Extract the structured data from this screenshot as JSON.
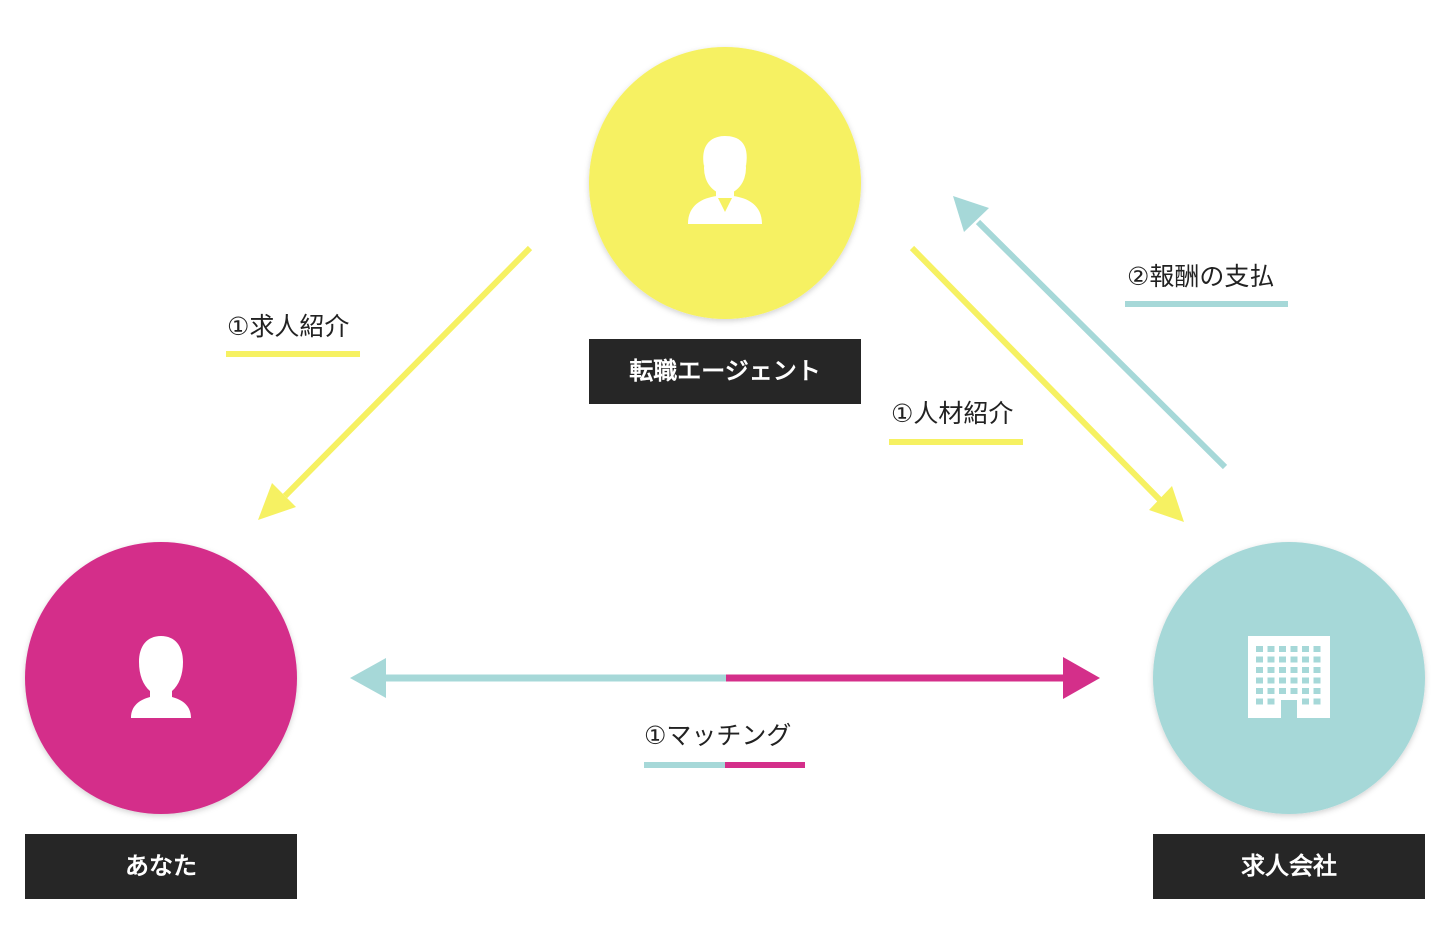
{
  "colors": {
    "agent": "#f6f162",
    "you": "#d42f8a",
    "company": "#a6d8d8",
    "label_bg": "#262626",
    "label_text": "#ffffff",
    "icon": "#ffffff"
  },
  "nodes": {
    "agent": {
      "label": "転職エージェント",
      "icon": "businessman-icon"
    },
    "you": {
      "label": "あなた",
      "icon": "person-icon"
    },
    "company": {
      "label": "求人会社",
      "icon": "building-icon"
    }
  },
  "edges": {
    "job_intro": {
      "label": "①求人紹介"
    },
    "talent_intro": {
      "label": "①人材紹介"
    },
    "payment": {
      "label": "②報酬の支払"
    },
    "matching": {
      "label": "①マッチング"
    }
  }
}
